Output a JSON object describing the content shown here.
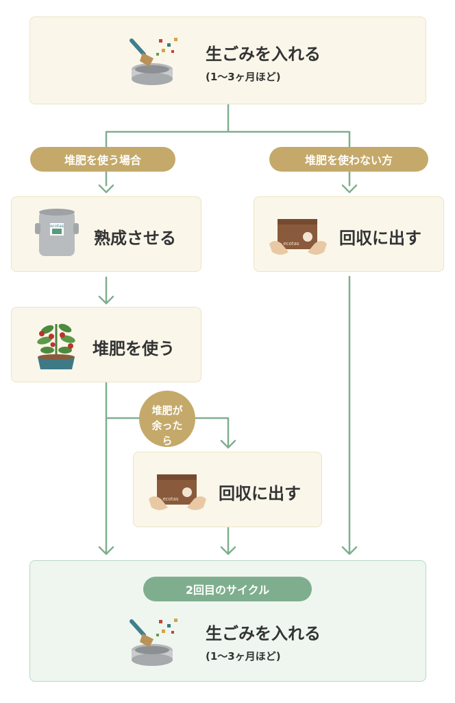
{
  "top": {
    "title": "生ごみを入れる",
    "subtitle": "(1〜3ヶ月ほど)",
    "icon": "trowel-bucket-icon"
  },
  "branches": {
    "left_label": "堆肥を使う場合",
    "right_label": "堆肥を使わない方"
  },
  "steps": {
    "mature": {
      "title": "熟成させる",
      "icon": "compost-bag-icon"
    },
    "collect_right": {
      "title": "回収に出す",
      "icon": "box-hands-icon"
    },
    "use": {
      "title": "堆肥を使う",
      "icon": "potted-tomato-icon"
    },
    "leftover_label": "堆肥が余ったら",
    "collect_middle": {
      "title": "回収に出す",
      "icon": "box-hands-icon"
    }
  },
  "final": {
    "badge": "2回目のサイクル",
    "title": "生ごみを入れる",
    "subtitle": "(1〜3ヶ月ほど)",
    "icon": "trowel-bucket-icon"
  },
  "box_brand": "ecotas",
  "colors": {
    "box_bg": "#faf6ea",
    "final_bg": "#eef6ef",
    "line": "#7fae8e",
    "gold_pill": "#c4a96a",
    "green_pill": "#7fae8e"
  }
}
